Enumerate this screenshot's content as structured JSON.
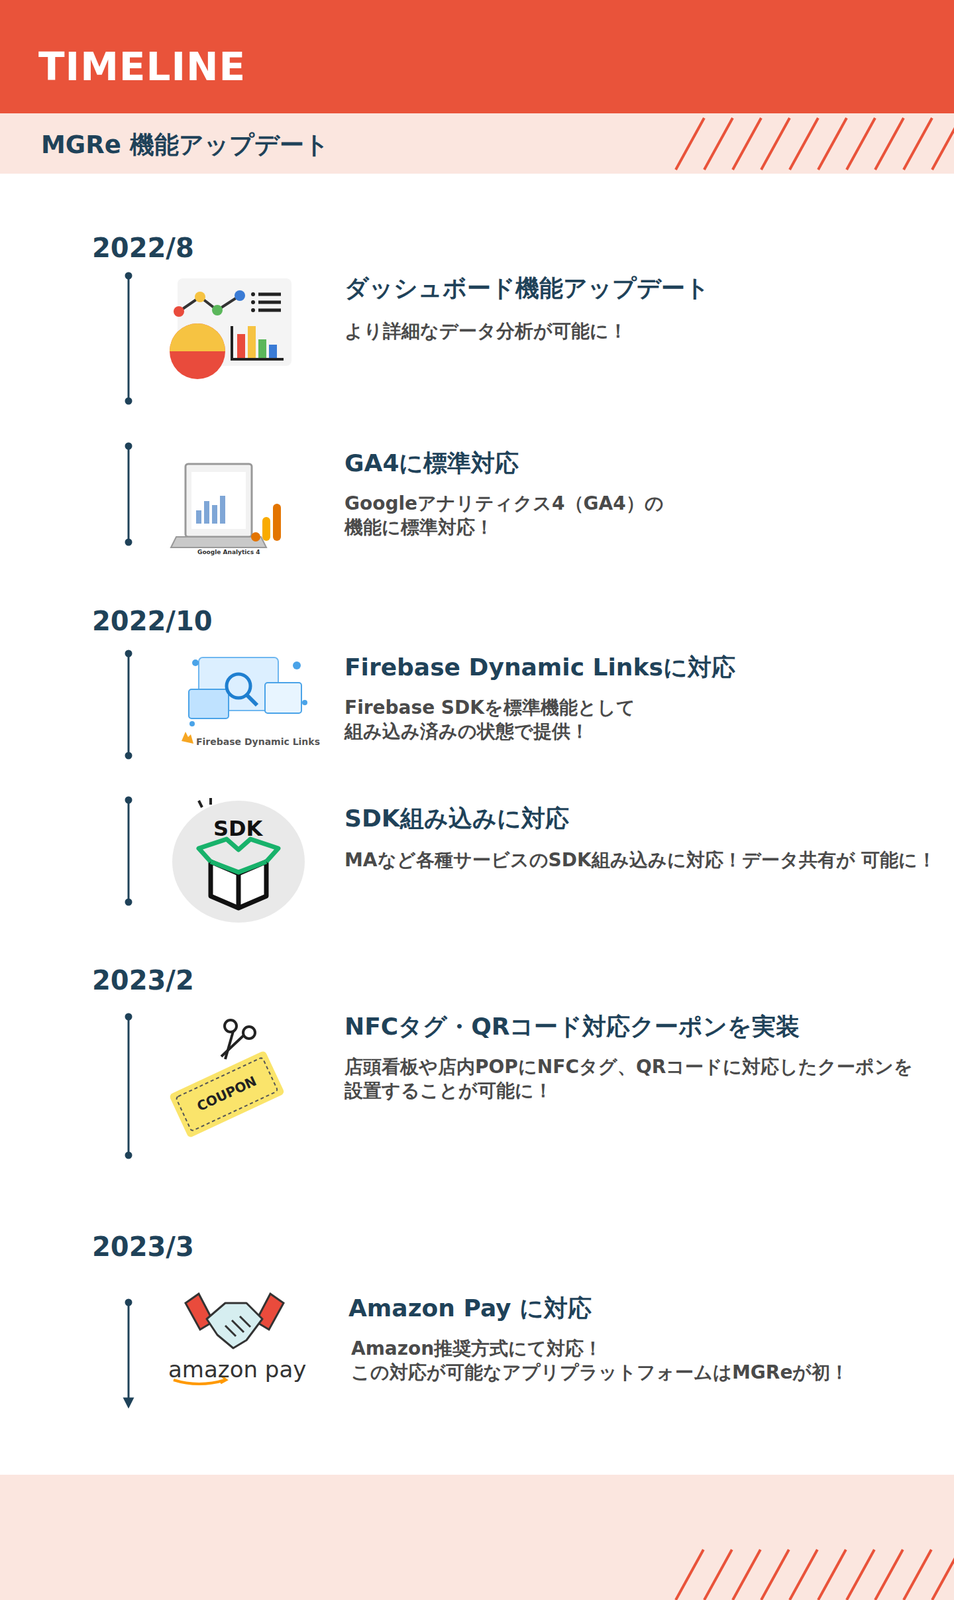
{
  "diagram": {
    "title": "TIMELINE",
    "nodes": [
      {
        "text": [
          "MGRe 機能アップデート"
        ]
      }
    ],
    "labels": [
      "2022/8",
      "ダッシュボード機能アップデート",
      "より詳細なデータ分析が可能に！",
      "Google Analytics 4",
      "GA4に標準対応",
      "Googleアナリティクス4（GA4）の 機能に標準対応！",
      "2022/10",
      "Firebase Dynamic Links",
      "Firebase Dynamic Linksに対応",
      "Firebase SDKを標準機能として 組み込み済みの状態で提供！",
      "SDK",
      "SDK組み込みに対応",
      "MAなど各種サービスのSDK組み込みに対応！データ共有が 可能に！",
      "2023/2",
      "COUPON",
      "NFCタグ・QRコード対応クーポンを実装",
      "店頭看板や店内POPにNFCタグ、QRコードに対応したクーポンを設置することが可能に！",
      "2023/3",
      "amazon pay",
      "Amazon Pay に対応",
      "Amazon推奨方式にて対応！ この対応が可能なアプリプラットフォームはMGReが初！"
    ]
  }
}
